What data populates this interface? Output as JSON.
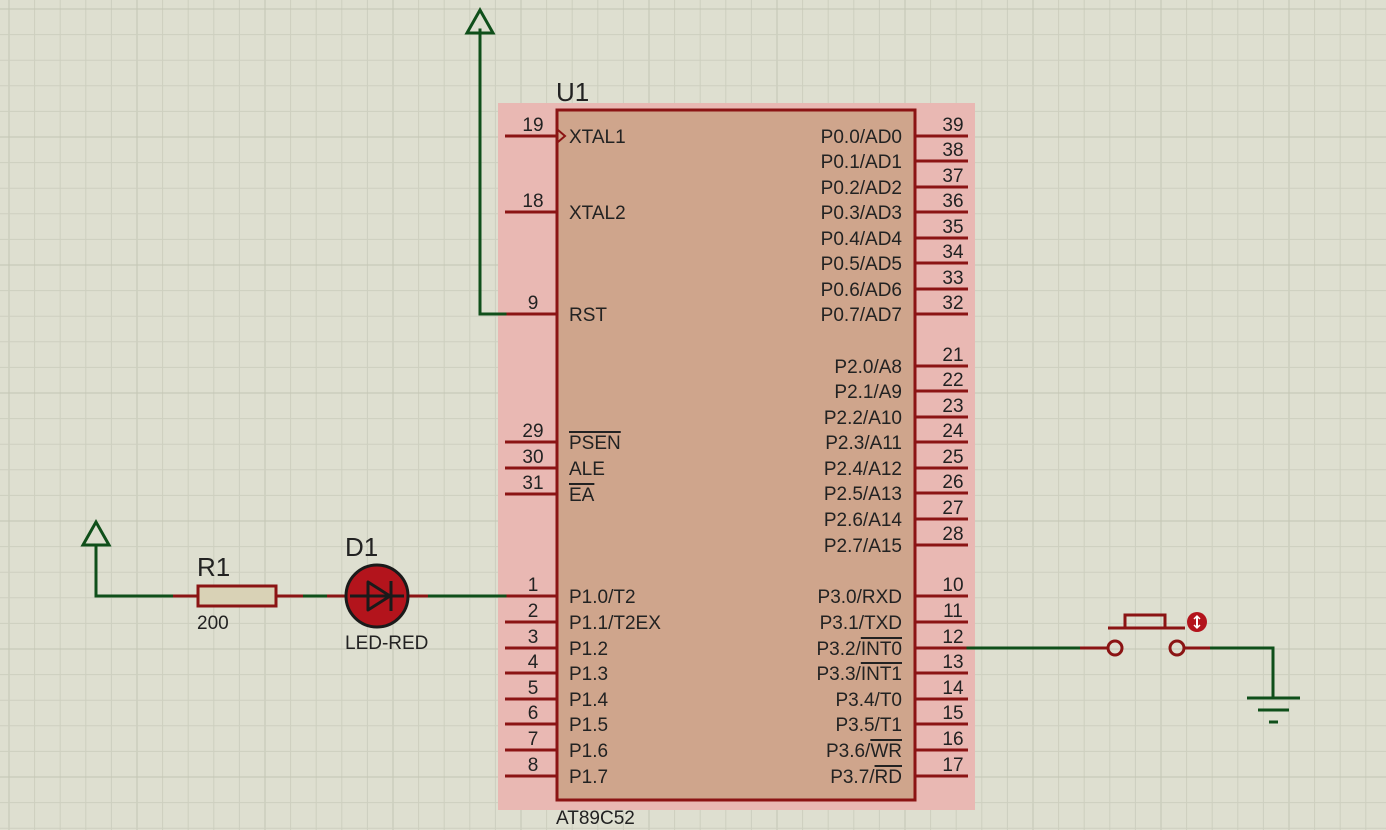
{
  "components": {
    "mcu": {
      "ref": "U1",
      "part": "AT89C52",
      "left_pins": [
        {
          "num": "19",
          "name": "XTAL1"
        },
        {
          "num": "18",
          "name": "XTAL2"
        },
        {
          "num": "9",
          "name": "RST"
        },
        {
          "num": "29",
          "name": "PSEN"
        },
        {
          "num": "30",
          "name": "ALE"
        },
        {
          "num": "31",
          "name": "EA"
        },
        {
          "num": "1",
          "name": "P1.0/T2"
        },
        {
          "num": "2",
          "name": "P1.1/T2EX"
        },
        {
          "num": "3",
          "name": "P1.2"
        },
        {
          "num": "4",
          "name": "P1.3"
        },
        {
          "num": "5",
          "name": "P1.4"
        },
        {
          "num": "6",
          "name": "P1.5"
        },
        {
          "num": "7",
          "name": "P1.6"
        },
        {
          "num": "8",
          "name": "P1.7"
        }
      ],
      "right_pins": [
        {
          "num": "39",
          "name": "P0.0/AD0"
        },
        {
          "num": "38",
          "name": "P0.1/AD1"
        },
        {
          "num": "37",
          "name": "P0.2/AD2"
        },
        {
          "num": "36",
          "name": "P0.3/AD3"
        },
        {
          "num": "35",
          "name": "P0.4/AD4"
        },
        {
          "num": "34",
          "name": "P0.5/AD5"
        },
        {
          "num": "33",
          "name": "P0.6/AD6"
        },
        {
          "num": "32",
          "name": "P0.7/AD7"
        },
        {
          "num": "21",
          "name": "P2.0/A8"
        },
        {
          "num": "22",
          "name": "P2.1/A9"
        },
        {
          "num": "23",
          "name": "P2.2/A10"
        },
        {
          "num": "24",
          "name": "P2.3/A11"
        },
        {
          "num": "25",
          "name": "P2.4/A12"
        },
        {
          "num": "26",
          "name": "P2.5/A13"
        },
        {
          "num": "27",
          "name": "P2.6/A14"
        },
        {
          "num": "28",
          "name": "P2.7/A15"
        },
        {
          "num": "10",
          "name": "P3.0/RXD"
        },
        {
          "num": "11",
          "name": "P3.1/TXD"
        },
        {
          "num": "12",
          "name": "P3.2/INT0"
        },
        {
          "num": "13",
          "name": "P3.3/INT1"
        },
        {
          "num": "14",
          "name": "P3.4/T0"
        },
        {
          "num": "15",
          "name": "P3.5/T1"
        },
        {
          "num": "16",
          "name": "P3.6/WR"
        },
        {
          "num": "17",
          "name": "P3.7/RD"
        }
      ]
    },
    "resistor": {
      "ref": "R1",
      "value": "200"
    },
    "led": {
      "ref": "D1",
      "value": "LED-RED"
    }
  },
  "colors": {
    "background": "#dedfd0",
    "wire": "#0f4f1a",
    "component_outline": "#8b1414",
    "ic_body": "#cfa58c",
    "ic_selection_box": "#e9b8b3",
    "resistor_fill": "#d9d2b6",
    "led_fill": "#b3141c"
  },
  "icons": {
    "power_terminal": "power-arrow-icon",
    "ground": "ground-icon",
    "pushbutton": "pushbutton-icon",
    "interactive_marker": "interactive-marker-icon"
  }
}
